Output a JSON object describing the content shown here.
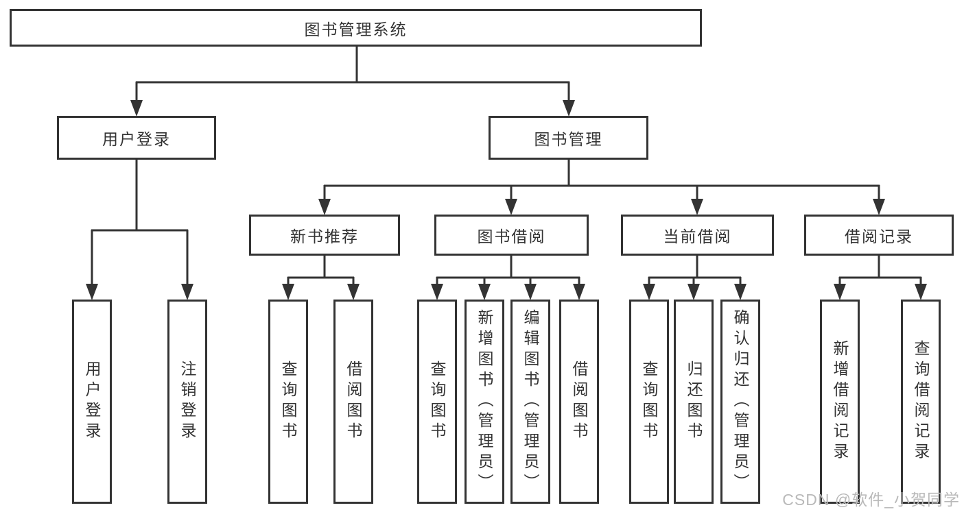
{
  "colors": {
    "line": "#333333",
    "text": "#333333",
    "canvas": "#ffffff",
    "watermark": "#b9b9b9"
  },
  "tree": {
    "root": {
      "label": "图书管理系统"
    },
    "branches": [
      {
        "label": "用户登录",
        "children": [
          {
            "label": "用户登录"
          },
          {
            "label": "注销登录"
          }
        ]
      },
      {
        "label": "图书管理",
        "sections": [
          {
            "label": "新书推荐",
            "children": [
              {
                "label": "查询图书"
              },
              {
                "label": "借阅图书"
              }
            ]
          },
          {
            "label": "图书借阅",
            "children": [
              {
                "label": "查询图书"
              },
              {
                "label": "新增图书（管理员）"
              },
              {
                "label": "编辑图书（管理员）"
              },
              {
                "label": "借阅图书"
              }
            ]
          },
          {
            "label": "当前借阅",
            "children": [
              {
                "label": "查询图书"
              },
              {
                "label": "归还图书"
              },
              {
                "label": "确认归还（管理员）"
              }
            ]
          },
          {
            "label": "借阅记录",
            "children": [
              {
                "label": "新增借阅记录"
              },
              {
                "label": "查询借阅记录"
              }
            ]
          }
        ]
      }
    ]
  },
  "watermark": {
    "text": "CSDN @软件_小贺同学"
  }
}
